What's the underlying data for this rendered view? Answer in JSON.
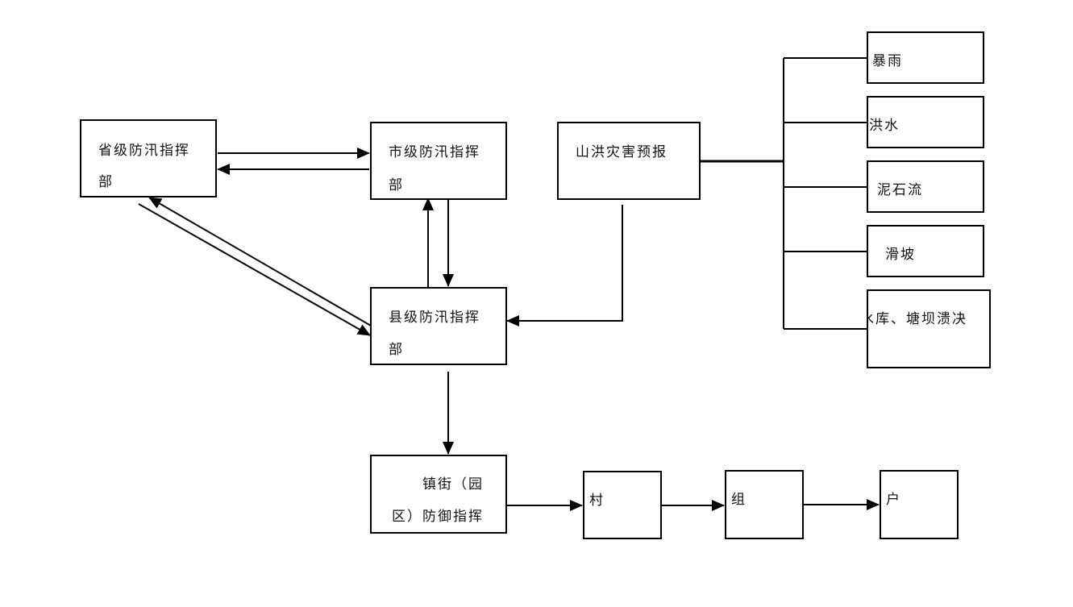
{
  "nodes": {
    "province": {
      "line1": "省级防汛指挥",
      "line2": "部"
    },
    "city": {
      "line1": "市级防汛指挥",
      "line2": "部"
    },
    "county": {
      "line1": "县级防汛指挥",
      "line2": "部"
    },
    "forecast": {
      "label": "山洪灾害预报"
    },
    "town": {
      "line1": "镇街（园",
      "line2": "区）防御指挥"
    },
    "village": {
      "label": "村"
    },
    "group": {
      "label": "组"
    },
    "household": {
      "label": "户"
    }
  },
  "hazards": {
    "rainstorm": "暴雨",
    "flood": "洪水",
    "debris_flow": "泥石流",
    "landslide": "滑坡",
    "dam_break": "水库、塘坝溃决"
  }
}
